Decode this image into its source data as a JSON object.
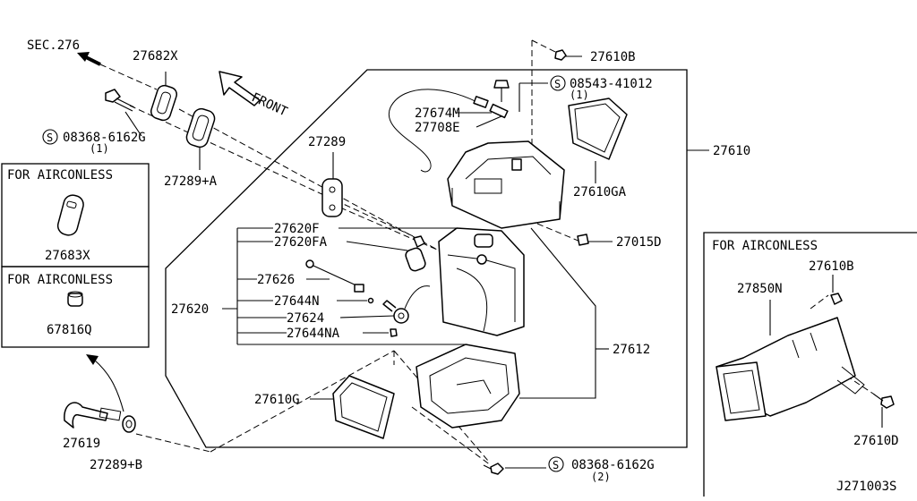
{
  "labels": {
    "sec": "SEC.276",
    "front": "FRONT",
    "p27682x": "27682X",
    "p27610b_top": "27610B",
    "p08543_41012": "08543-41012",
    "p08543_qty": "(1)",
    "p27674m": "27674M",
    "p27708e": "27708E",
    "p08368_top": "08368-6162G",
    "p08368_top_qty": "(1)",
    "p27289": "27289",
    "p27289a": "27289+A",
    "p27610": "27610",
    "p27610ga": "27610GA",
    "p27015d": "27015D",
    "p27620f": "27620F",
    "p27620fa": "27620FA",
    "p27626": "27626",
    "p27644n": "27644N",
    "p27620": "27620",
    "p27624": "27624",
    "p27644na": "27644NA",
    "p27612": "27612",
    "p27610g": "27610G",
    "p27619": "27619",
    "p27289b": "27289+B",
    "p08368_bot": "08368-6162G",
    "p08368_bot_qty": "(2)",
    "airconless_1": "FOR AIRCONLESS",
    "p27683x": "27683X",
    "airconless_2": "FOR AIRCONLESS",
    "p67816q": "67816Q",
    "airconless_3": "FOR AIRCONLESS",
    "p27610b_right": "27610B",
    "p27850n": "27850N",
    "p27610d": "27610D",
    "s_symbol": "S",
    "diagram_code": "J271003S"
  }
}
